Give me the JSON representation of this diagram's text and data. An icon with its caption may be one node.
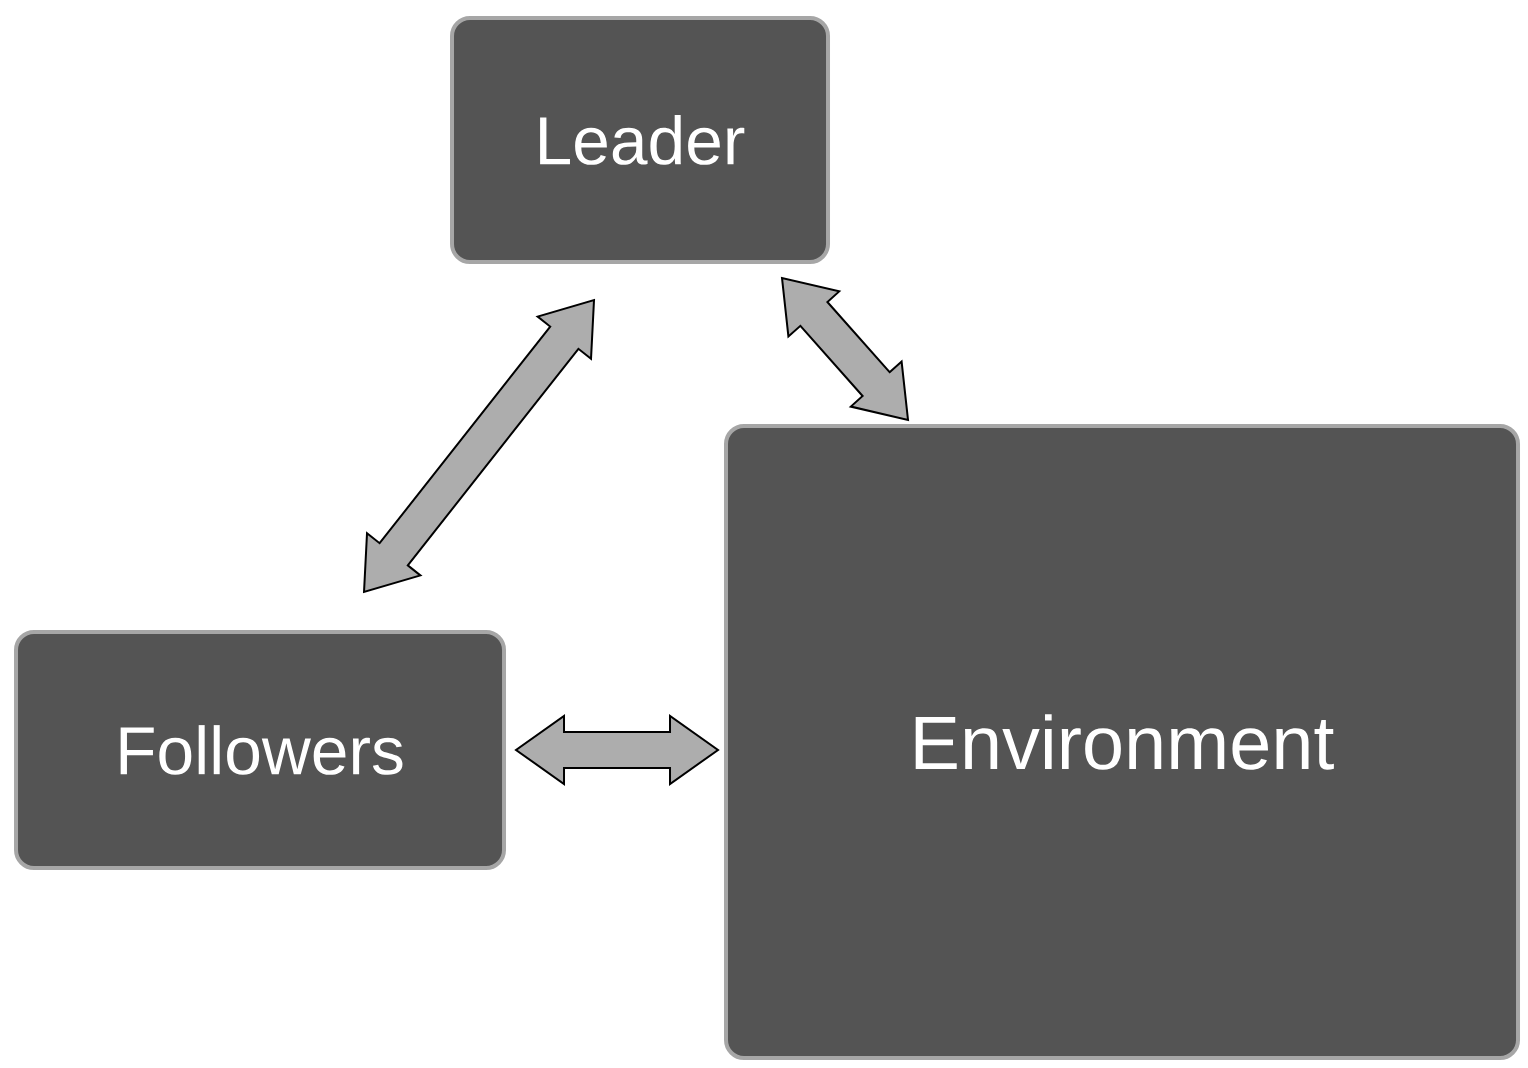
{
  "diagram": {
    "nodes": [
      {
        "text": [
          "Leader"
        ]
      },
      {
        "text": [
          "Followers"
        ]
      },
      {
        "text": [
          "Environment"
        ]
      }
    ],
    "edges": [
      {
        "from": 0,
        "to": 1,
        "arrow": "both"
      },
      {
        "from": 0,
        "to": 2,
        "arrow": "both"
      },
      {
        "from": 1,
        "to": 2,
        "arrow": "both"
      }
    ]
  }
}
